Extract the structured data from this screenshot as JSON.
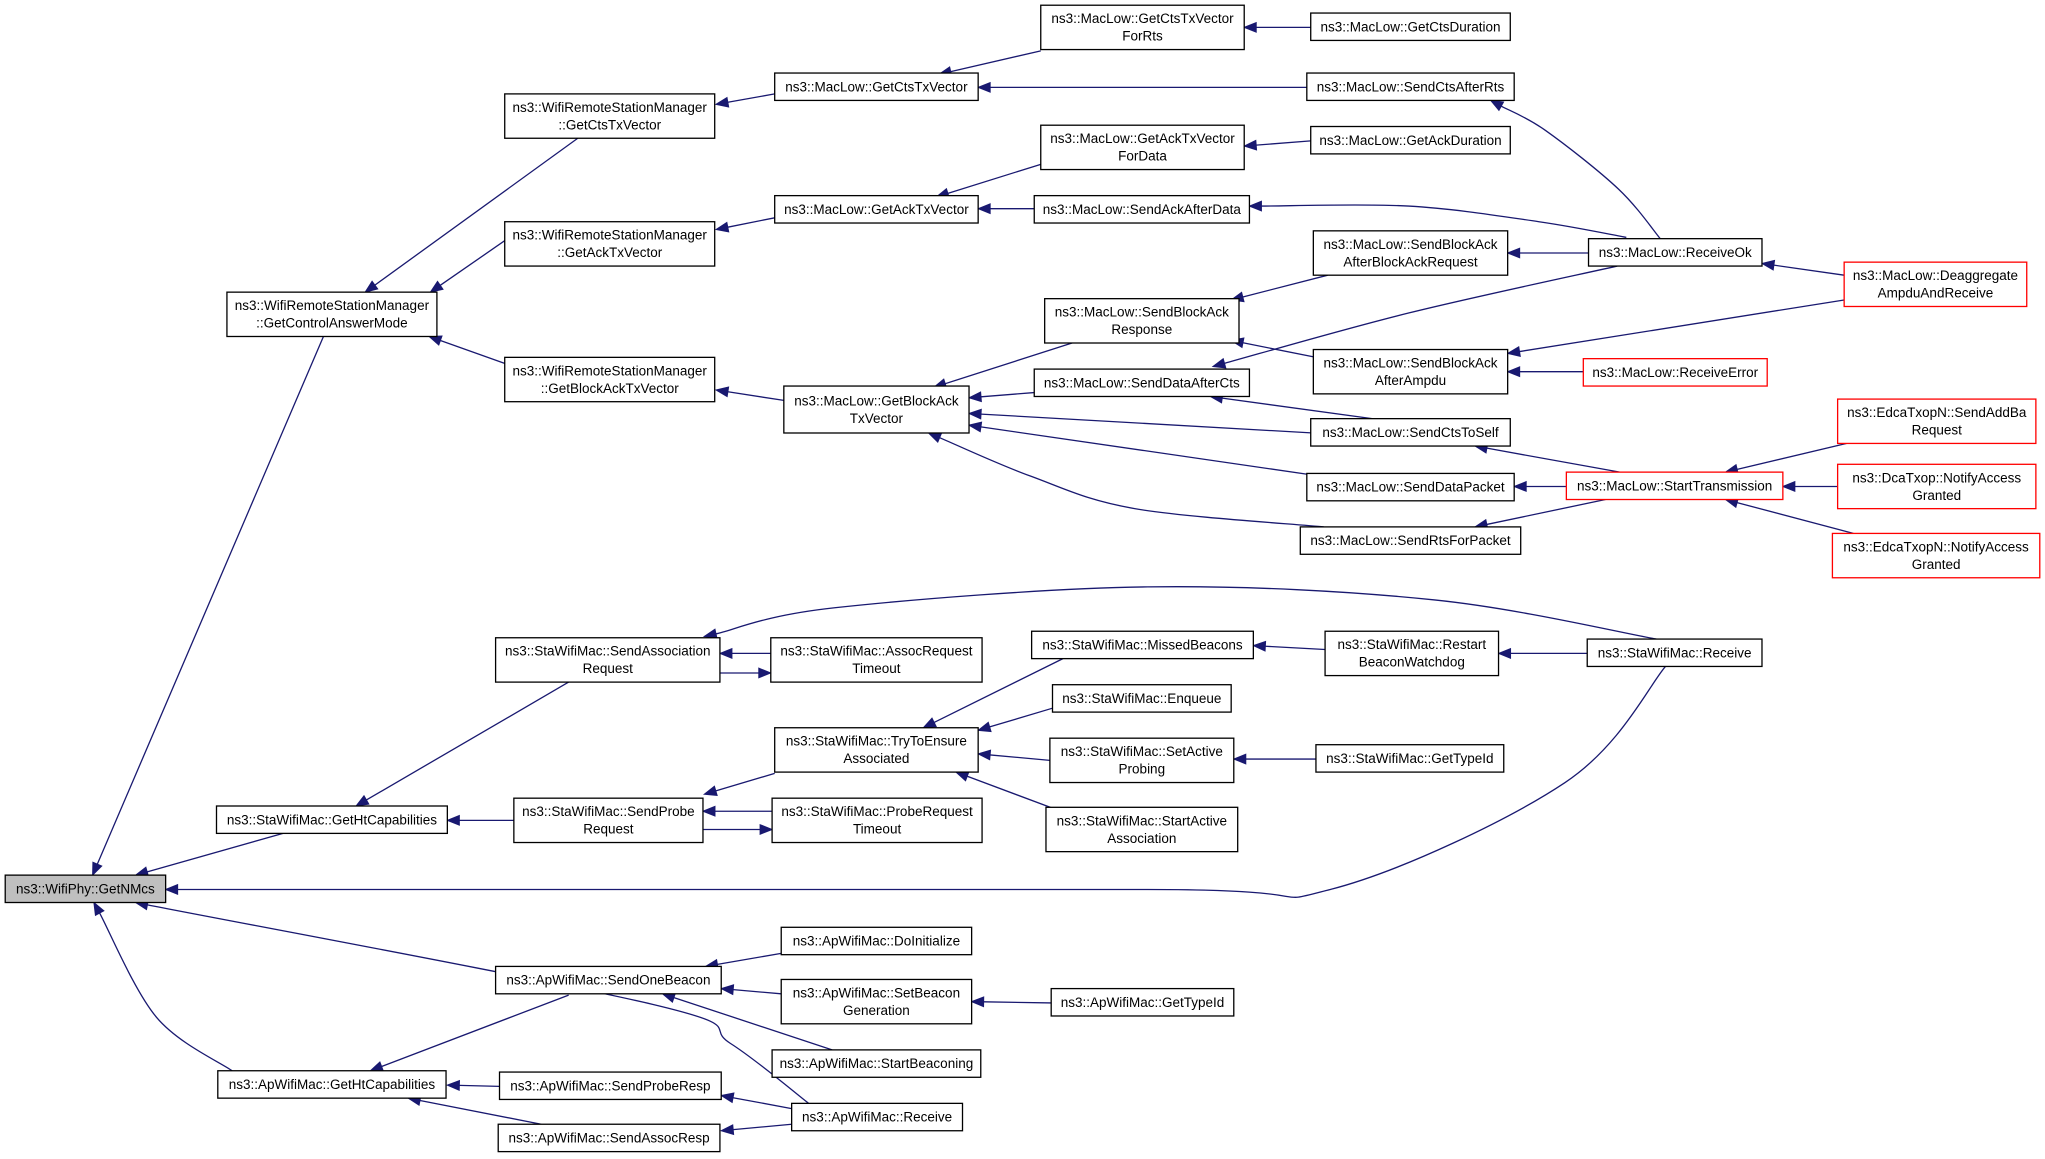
{
  "colors": {
    "edge": "#191970",
    "node_border": "#000000",
    "truncated_node_border": "#ff0000",
    "root_fill": "#bfbfbf"
  },
  "nodes": [
    {
      "id": "getnmcs",
      "lines": [
        "ns3::WifiPhy::GetNMcs"
      ],
      "root": true
    },
    {
      "id": "wrsm_getcontrolanswermode",
      "lines": [
        "ns3::WifiRemoteStationManager",
        "::GetControlAnswerMode"
      ]
    },
    {
      "id": "wrsm_getctstxvector",
      "lines": [
        "ns3::WifiRemoteStationManager",
        "::GetCtsTxVector"
      ]
    },
    {
      "id": "wrsm_getacktxvector",
      "lines": [
        "ns3::WifiRemoteStationManager",
        "::GetAckTxVector"
      ]
    },
    {
      "id": "wrsm_getblockacktxvector",
      "lines": [
        "ns3::WifiRemoteStationManager",
        "::GetBlockAckTxVector"
      ]
    },
    {
      "id": "ml_getctstxvector",
      "lines": [
        "ns3::MacLow::GetCtsTxVector"
      ]
    },
    {
      "id": "ml_getctstxvectorforrts",
      "lines": [
        "ns3::MacLow::GetCtsTxVector",
        "ForRts"
      ]
    },
    {
      "id": "ml_getctsduration",
      "lines": [
        "ns3::MacLow::GetCtsDuration"
      ]
    },
    {
      "id": "ml_sendctsafterrts",
      "lines": [
        "ns3::MacLow::SendCtsAfterRts"
      ]
    },
    {
      "id": "ml_getacktxvector",
      "lines": [
        "ns3::MacLow::GetAckTxVector"
      ]
    },
    {
      "id": "ml_getacktxvectorfordata",
      "lines": [
        "ns3::MacLow::GetAckTxVector",
        "ForData"
      ]
    },
    {
      "id": "ml_getackduration",
      "lines": [
        "ns3::MacLow::GetAckDuration"
      ]
    },
    {
      "id": "ml_sendackafterdata",
      "lines": [
        "ns3::MacLow::SendAckAfterData"
      ]
    },
    {
      "id": "ml_sendblockackafterblockackrequest",
      "lines": [
        "ns3::MacLow::SendBlockAck",
        "AfterBlockAckRequest"
      ]
    },
    {
      "id": "ml_receiveok",
      "lines": [
        "ns3::MacLow::ReceiveOk"
      ]
    },
    {
      "id": "ml_deaggregate",
      "lines": [
        "ns3::MacLow::Deaggregate",
        "AmpduAndReceive"
      ],
      "truncated": true
    },
    {
      "id": "ml_sendblockackresponse",
      "lines": [
        "ns3::MacLow::SendBlockAck",
        "Response"
      ]
    },
    {
      "id": "ml_sendblockackafterampdu",
      "lines": [
        "ns3::MacLow::SendBlockAck",
        "AfterAmpdu"
      ]
    },
    {
      "id": "ml_receiveerror",
      "lines": [
        "ns3::MacLow::ReceiveError"
      ],
      "truncated": true
    },
    {
      "id": "ml_getblockacktxvector",
      "lines": [
        "ns3::MacLow::GetBlockAck",
        "TxVector"
      ]
    },
    {
      "id": "ml_senddataafterctx",
      "lines": [
        "ns3::MacLow::SendDataAfterCts"
      ]
    },
    {
      "id": "ml_sendctstoself",
      "lines": [
        "ns3::MacLow::SendCtsToSelf"
      ]
    },
    {
      "id": "ml_senddatapacket",
      "lines": [
        "ns3::MacLow::SendDataPacket"
      ]
    },
    {
      "id": "ml_starttransmission",
      "lines": [
        "ns3::MacLow::StartTransmission"
      ],
      "truncated": true
    },
    {
      "id": "ml_sendrtsforpacket",
      "lines": [
        "ns3::MacLow::SendRtsForPacket"
      ]
    },
    {
      "id": "edca_sendaddba",
      "lines": [
        "ns3::EdcaTxopN::SendAddBa",
        "Request"
      ],
      "truncated": true
    },
    {
      "id": "dca_notifyaccess",
      "lines": [
        "ns3::DcaTxop::NotifyAccess",
        "Granted"
      ],
      "truncated": true
    },
    {
      "id": "edca_notifyaccess",
      "lines": [
        "ns3::EdcaTxopN::NotifyAccess",
        "Granted"
      ],
      "truncated": true
    },
    {
      "id": "sta_sendassociationrequest",
      "lines": [
        "ns3::StaWifiMac::SendAssociation",
        "Request"
      ]
    },
    {
      "id": "sta_assocrequesttimeout",
      "lines": [
        "ns3::StaWifiMac::AssocRequest",
        "Timeout"
      ]
    },
    {
      "id": "sta_missedbeacons",
      "lines": [
        "ns3::StaWifiMac::MissedBeacons"
      ]
    },
    {
      "id": "sta_restartbeaconwatchdog",
      "lines": [
        "ns3::StaWifiMac::Restart",
        "BeaconWatchdog"
      ]
    },
    {
      "id": "sta_receive",
      "lines": [
        "ns3::StaWifiMac::Receive"
      ]
    },
    {
      "id": "sta_enqueue",
      "lines": [
        "ns3::StaWifiMac::Enqueue"
      ]
    },
    {
      "id": "sta_trytoensureassociated",
      "lines": [
        "ns3::StaWifiMac::TryToEnsure",
        "Associated"
      ]
    },
    {
      "id": "sta_setactiveprobing",
      "lines": [
        "ns3::StaWifiMac::SetActive",
        "Probing"
      ]
    },
    {
      "id": "sta_gettypeid",
      "lines": [
        "ns3::StaWifiMac::GetTypeId"
      ]
    },
    {
      "id": "sta_startactiveassociation",
      "lines": [
        "ns3::StaWifiMac::StartActive",
        "Association"
      ]
    },
    {
      "id": "sta_gethtcapabilities",
      "lines": [
        "ns3::StaWifiMac::GetHtCapabilities"
      ]
    },
    {
      "id": "sta_sendproberequest",
      "lines": [
        "ns3::StaWifiMac::SendProbe",
        "Request"
      ]
    },
    {
      "id": "sta_proberequesttimeout",
      "lines": [
        "ns3::StaWifiMac::ProbeRequest",
        "Timeout"
      ]
    },
    {
      "id": "ap_doinitialize",
      "lines": [
        "ns3::ApWifiMac::DoInitialize"
      ]
    },
    {
      "id": "ap_sendonebeacon",
      "lines": [
        "ns3::ApWifiMac::SendOneBeacon"
      ]
    },
    {
      "id": "ap_setbeacongeneration",
      "lines": [
        "ns3::ApWifiMac::SetBeacon",
        "Generation"
      ]
    },
    {
      "id": "ap_gettypeid",
      "lines": [
        "ns3::ApWifiMac::GetTypeId"
      ]
    },
    {
      "id": "ap_startbeaconing",
      "lines": [
        "ns3::ApWifiMac::StartBeaconing"
      ]
    },
    {
      "id": "ap_gethtcapabilities",
      "lines": [
        "ns3::ApWifiMac::GetHtCapabilities"
      ]
    },
    {
      "id": "ap_sendproberesp",
      "lines": [
        "ns3::ApWifiMac::SendProbeResp"
      ]
    },
    {
      "id": "ap_receive",
      "lines": [
        "ns3::ApWifiMac::Receive"
      ]
    },
    {
      "id": "ap_sendassocresp",
      "lines": [
        "ns3::ApWifiMac::SendAssocResp"
      ]
    }
  ],
  "edges": [
    {
      "caller": "wrsm_getcontrolanswermode",
      "callee": "getnmcs"
    },
    {
      "caller": "wrsm_getctstxvector",
      "callee": "wrsm_getcontrolanswermode"
    },
    {
      "caller": "wrsm_getacktxvector",
      "callee": "wrsm_getcontrolanswermode"
    },
    {
      "caller": "wrsm_getblockacktxvector",
      "callee": "wrsm_getcontrolanswermode"
    },
    {
      "caller": "ml_getctstxvector",
      "callee": "wrsm_getctstxvector"
    },
    {
      "caller": "ml_getctstxvectorforrts",
      "callee": "ml_getctstxvector"
    },
    {
      "caller": "ml_sendctsafterrts",
      "callee": "ml_getctstxvector"
    },
    {
      "caller": "ml_getctsduration",
      "callee": "ml_getctstxvectorforrts"
    },
    {
      "caller": "ml_receiveok",
      "callee": "ml_sendctsafterrts"
    },
    {
      "caller": "ml_getacktxvector",
      "callee": "wrsm_getacktxvector"
    },
    {
      "caller": "ml_getacktxvectorfordata",
      "callee": "ml_getacktxvector"
    },
    {
      "caller": "ml_sendackafterdata",
      "callee": "ml_getacktxvector"
    },
    {
      "caller": "ml_getackduration",
      "callee": "ml_getacktxvectorfordata"
    },
    {
      "caller": "ml_receiveok",
      "callee": "ml_sendackafterdata"
    },
    {
      "caller": "ml_receiveok",
      "callee": "ml_sendblockackafterblockackrequest"
    },
    {
      "caller": "ml_deaggregate",
      "callee": "ml_receiveok"
    },
    {
      "caller": "ml_getblockacktxvector",
      "callee": "wrsm_getblockacktxvector"
    },
    {
      "caller": "ml_sendblockackresponse",
      "callee": "ml_getblockacktxvector"
    },
    {
      "caller": "ml_sendblockackafterblockackrequest",
      "callee": "ml_sendblockackresponse"
    },
    {
      "caller": "ml_sendblockackafterampdu",
      "callee": "ml_sendblockackresponse"
    },
    {
      "caller": "ml_deaggregate",
      "callee": "ml_sendblockackafterampdu"
    },
    {
      "caller": "ml_receiveerror",
      "callee": "ml_sendblockackafterampdu"
    },
    {
      "caller": "ml_senddataafterctx",
      "callee": "ml_getblockacktxvector"
    },
    {
      "caller": "ml_receiveok",
      "callee": "ml_senddataafterctx"
    },
    {
      "caller": "ml_sendctstoself",
      "callee": "ml_senddataafterctx"
    },
    {
      "caller": "ml_sendctstoself",
      "callee": "ml_getblockacktxvector"
    },
    {
      "caller": "ml_senddatapacket",
      "callee": "ml_getblockacktxvector"
    },
    {
      "caller": "ml_sendrtsforpacket",
      "callee": "ml_getblockacktxvector"
    },
    {
      "caller": "ml_starttransmission",
      "callee": "ml_sendctstoself"
    },
    {
      "caller": "ml_starttransmission",
      "callee": "ml_senddatapacket"
    },
    {
      "caller": "ml_starttransmission",
      "callee": "ml_sendrtsforpacket"
    },
    {
      "caller": "edca_sendaddba",
      "callee": "ml_starttransmission"
    },
    {
      "caller": "dca_notifyaccess",
      "callee": "ml_starttransmission"
    },
    {
      "caller": "edca_notifyaccess",
      "callee": "ml_starttransmission"
    },
    {
      "caller": "sta_gethtcapabilities",
      "callee": "getnmcs"
    },
    {
      "caller": "sta_sendassociationrequest",
      "callee": "sta_gethtcapabilities"
    },
    {
      "caller": "sta_assocrequesttimeout",
      "callee": "sta_sendassociationrequest"
    },
    {
      "caller": "sta_sendassociationrequest",
      "callee": "sta_assocrequesttimeout"
    },
    {
      "caller": "sta_receive",
      "callee": "sta_sendassociationrequest"
    },
    {
      "caller": "sta_sendproberequest",
      "callee": "sta_gethtcapabilities"
    },
    {
      "caller": "sta_trytoensureassociated",
      "callee": "sta_sendproberequest"
    },
    {
      "caller": "sta_proberequesttimeout",
      "callee": "sta_sendproberequest"
    },
    {
      "caller": "sta_sendproberequest",
      "callee": "sta_proberequesttimeout"
    },
    {
      "caller": "sta_missedbeacons",
      "callee": "sta_trytoensureassociated"
    },
    {
      "caller": "sta_enqueue",
      "callee": "sta_trytoensureassociated"
    },
    {
      "caller": "sta_setactiveprobing",
      "callee": "sta_trytoensureassociated"
    },
    {
      "caller": "sta_startactiveassociation",
      "callee": "sta_trytoensureassociated"
    },
    {
      "caller": "sta_restartbeaconwatchdog",
      "callee": "sta_missedbeacons"
    },
    {
      "caller": "sta_receive",
      "callee": "sta_restartbeaconwatchdog"
    },
    {
      "caller": "sta_gettypeid",
      "callee": "sta_setactiveprobing"
    },
    {
      "caller": "sta_receive",
      "callee": "getnmcs"
    },
    {
      "caller": "ap_gethtcapabilities",
      "callee": "getnmcs"
    },
    {
      "caller": "ap_receive",
      "callee": "getnmcs"
    },
    {
      "caller": "ap_sendonebeacon",
      "callee": "ap_gethtcapabilities"
    },
    {
      "caller": "ap_sendproberesp",
      "callee": "ap_gethtcapabilities"
    },
    {
      "caller": "ap_sendassocresp",
      "callee": "ap_gethtcapabilities"
    },
    {
      "caller": "ap_doinitialize",
      "callee": "ap_sendonebeacon"
    },
    {
      "caller": "ap_setbeacongeneration",
      "callee": "ap_sendonebeacon"
    },
    {
      "caller": "ap_startbeaconing",
      "callee": "ap_sendonebeacon"
    },
    {
      "caller": "ap_gettypeid",
      "callee": "ap_setbeacongeneration"
    },
    {
      "caller": "ap_receive",
      "callee": "ap_sendproberesp"
    },
    {
      "caller": "ap_receive",
      "callee": "ap_sendassocresp"
    }
  ]
}
